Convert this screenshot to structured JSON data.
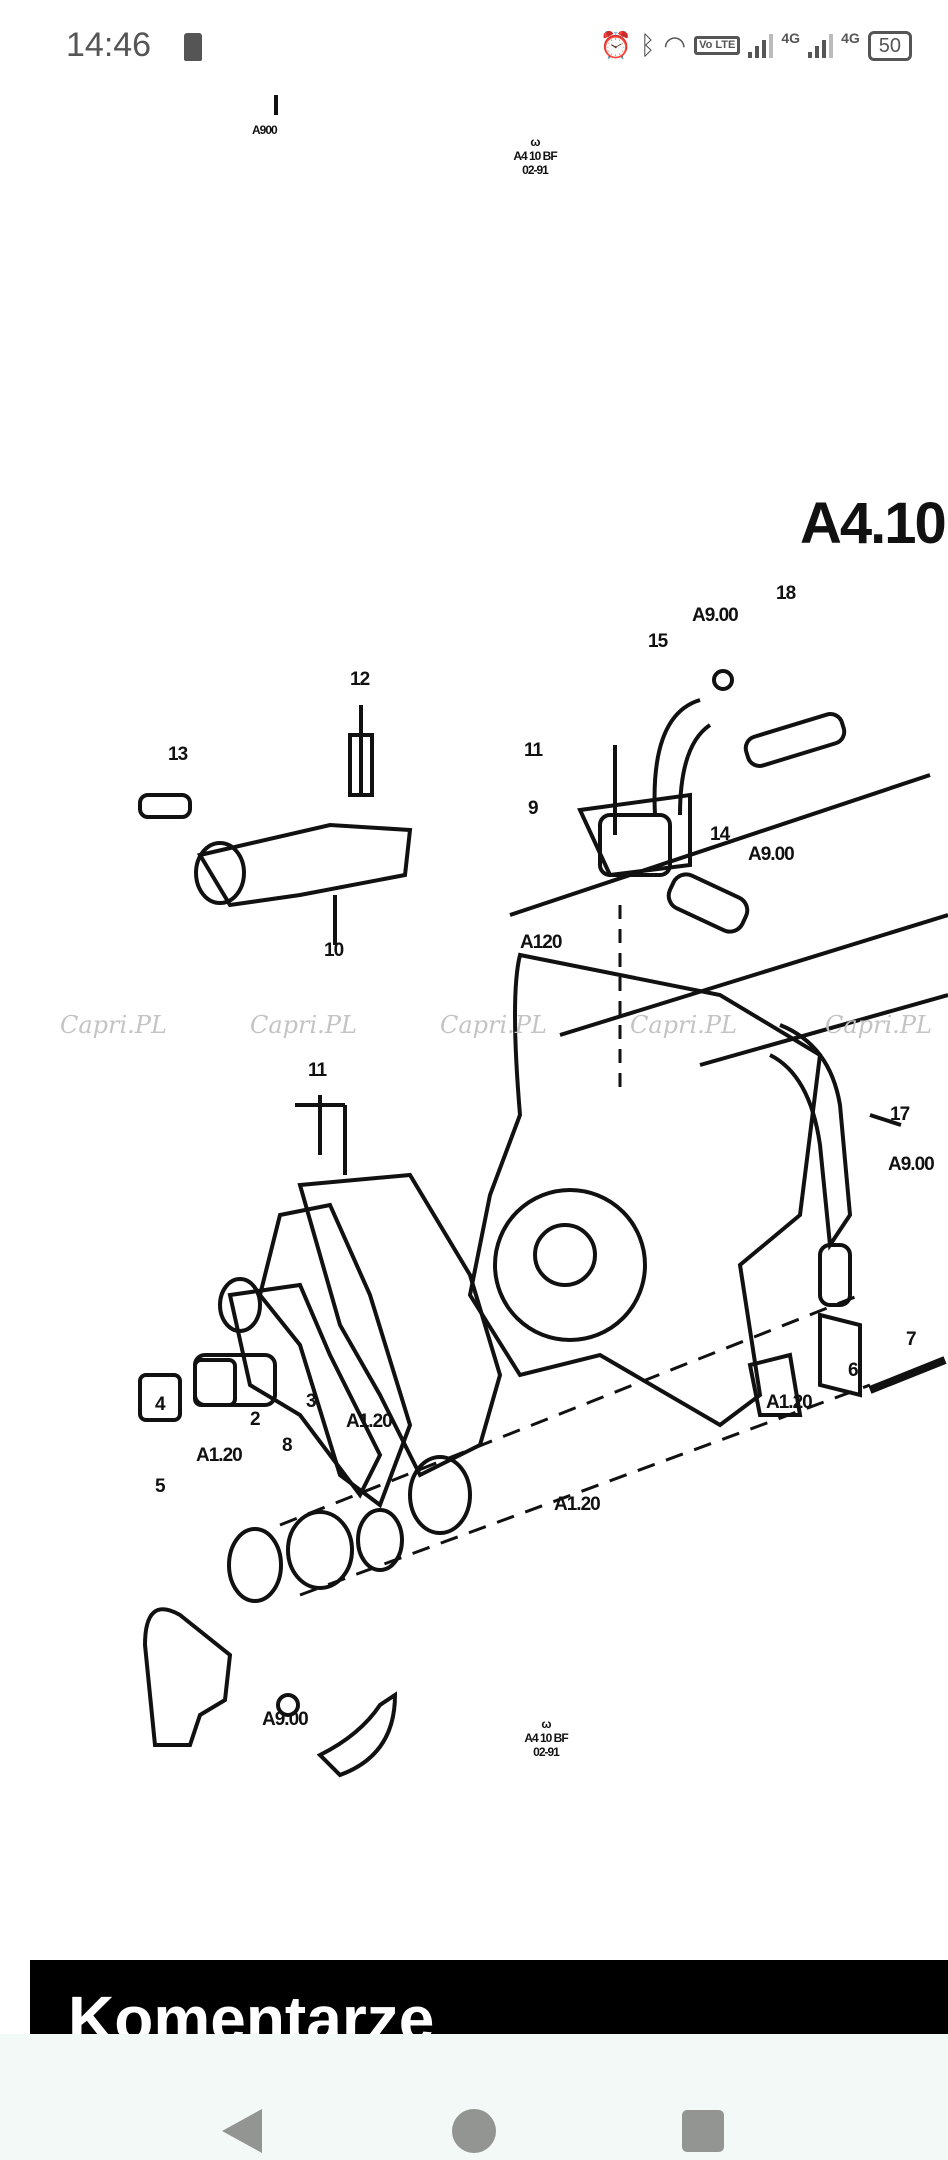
{
  "status_bar": {
    "time": "14:46",
    "volte": "Vo LTE",
    "network_1": "4G",
    "network_2": "4G",
    "battery": "50"
  },
  "diagram": {
    "title": "A4.10",
    "top_ref": "A900",
    "stamp_top": {
      "symbol": "ω",
      "code": "A4 10 BF",
      "date": "02-91"
    },
    "stamp_bottom": {
      "symbol": "ω",
      "code": "A4 10 BF",
      "date": "02-91"
    },
    "watermark": "Capri.PL",
    "labels": [
      "18",
      "A9.00",
      "15",
      "12",
      "13",
      "11",
      "9",
      "14",
      "A9.00",
      "10",
      "A120",
      "11",
      "17",
      "A9.00",
      "7",
      "6",
      "A1.20",
      "4",
      "2",
      "3",
      "A1.20",
      "A1.20",
      "8",
      "5",
      "A1.20",
      "A9.00"
    ]
  },
  "comments": {
    "heading": "Komentarze"
  },
  "nav": {
    "back": "back",
    "home": "home",
    "recents": "recents"
  }
}
